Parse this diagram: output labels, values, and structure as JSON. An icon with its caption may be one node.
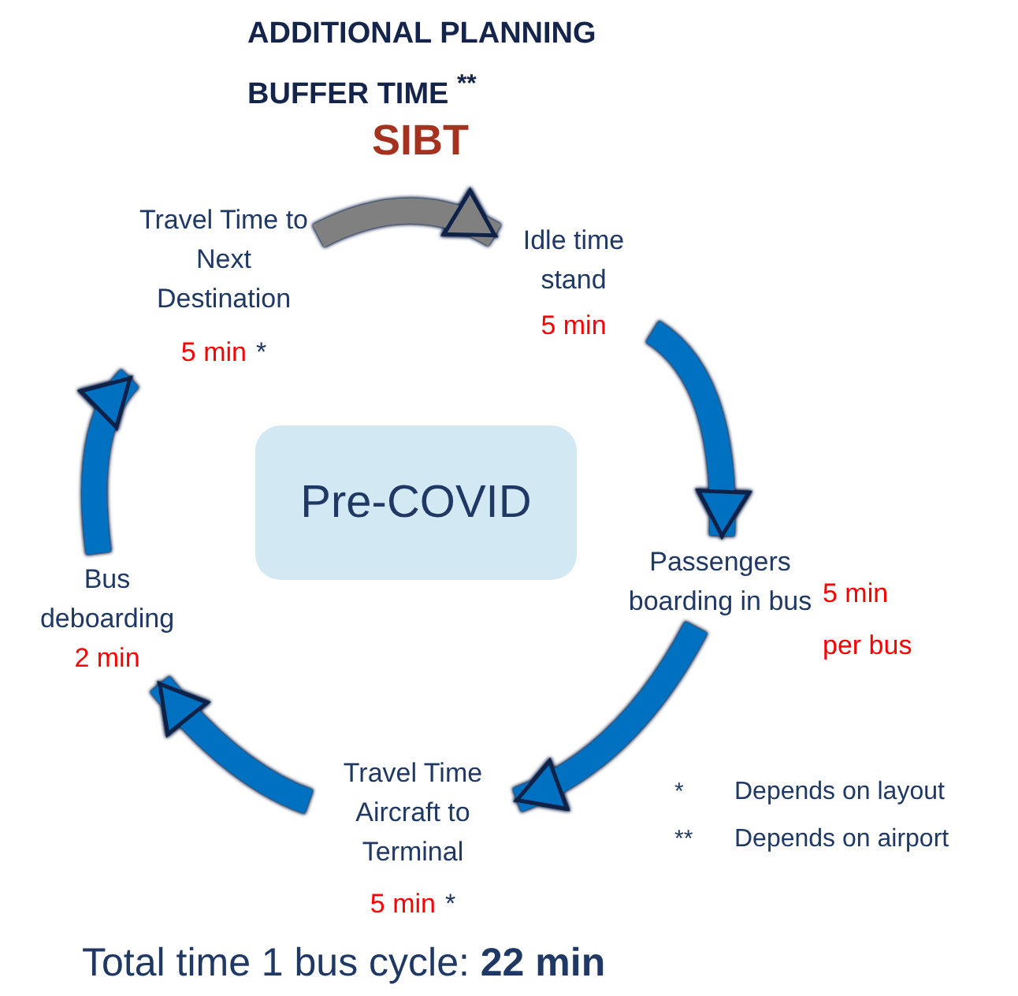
{
  "diagram": {
    "title": "ADDITIONAL PLANNING BUFFER TIME $^{**}$",
    "caption": "Total time 1 bus cycle: **22 min**",
    "nodes": [
      {
        "text": [
          "Travel Time to  Next Destination",
          "5 min"
        ],
        "beside": [
          "*"
        ]
      },
      {
        "text": [
          "Idle time stand",
          "5 min"
        ]
      },
      {
        "text": [
          "Passengers boarding in bus",
          "5 min per bus"
        ]
      },
      {
        "text": [
          "Travel Time Aircraft to Terminal",
          "5 min"
        ],
        "beside": [
          "*"
        ]
      },
      {
        "text": [
          "Bus deboarding",
          "2 min"
        ]
      },
      {
        "text": [
          "Pre-COVID"
        ]
      }
    ],
    "edges": [
      {
        "from": 0,
        "to": 1,
        "arrow": "to",
        "color": "#808080"
      },
      {
        "from": 1,
        "to": 2,
        "arrow": "to"
      },
      {
        "from": 2,
        "to": 3,
        "arrow": "to"
      },
      {
        "from": 3,
        "to": 4,
        "arrow": "to"
      },
      {
        "from": 4,
        "to": 0,
        "arrow": "to"
      }
    ],
    "labels": [
      "SIBT",
      "*",
      "Depends on layout",
      "**",
      "Depends on airport"
    ]
  }
}
